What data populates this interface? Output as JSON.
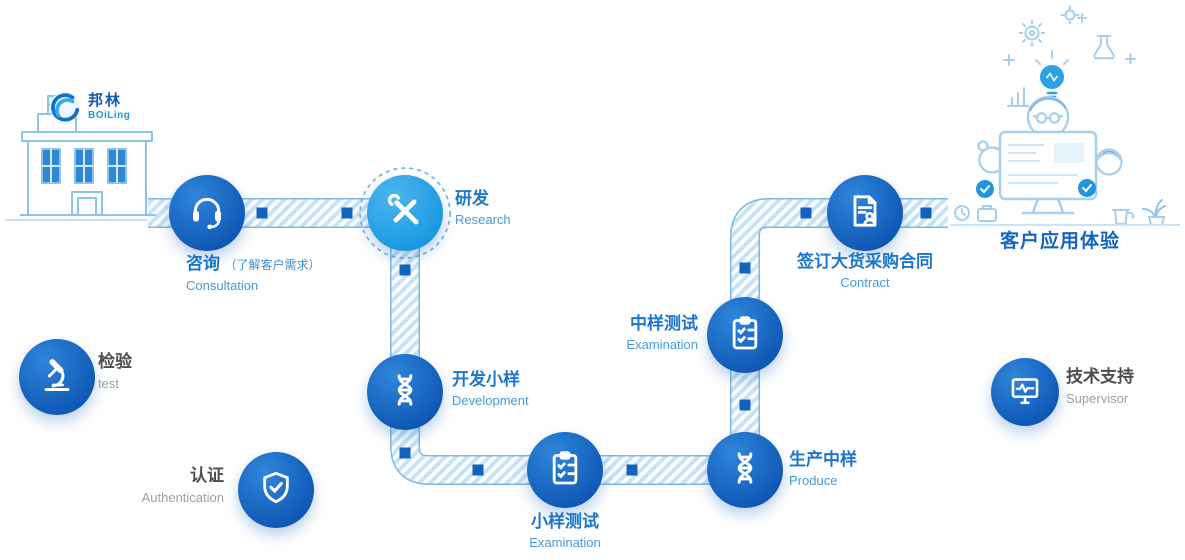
{
  "logo": {
    "name_zh": "邦林",
    "name_en": "BOiLing"
  },
  "flow": {
    "consultation": {
      "label": "咨询",
      "note": "（了解客户需求）",
      "sub": "Consultation"
    },
    "research": {
      "label": "研发",
      "sub": "Research"
    },
    "development": {
      "label": "开发小样",
      "sub": "Development"
    },
    "sample_test": {
      "label": "小样测试",
      "sub": "Examination"
    },
    "produce": {
      "label": "生产中样",
      "sub": "Produce"
    },
    "mid_test": {
      "label": "中样测试",
      "sub": "Examination"
    },
    "contract": {
      "label": "签订大货采购合同",
      "sub": "Contract"
    },
    "experience": {
      "label": "客户应用体验"
    }
  },
  "side": {
    "inspection": {
      "label": "检验",
      "sub": "test"
    },
    "authentication": {
      "label": "认证",
      "sub": "Authentication"
    },
    "support": {
      "label": "技术支持",
      "sub": "Supervisor"
    }
  },
  "colors": {
    "primary": "#1565c0",
    "accent": "#2196dd",
    "light_node": "#29a3e8",
    "stripe": "#c7e3f6",
    "path_outline": "#7cb8e2",
    "marker": "#1362be"
  }
}
